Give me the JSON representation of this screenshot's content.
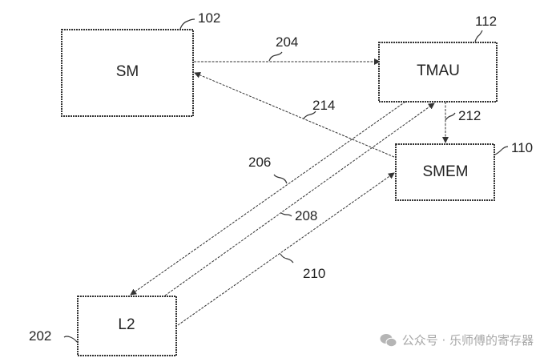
{
  "diagram": {
    "blocks": [
      {
        "id": "sm",
        "label": "SM",
        "ref": "102"
      },
      {
        "id": "tmau",
        "label": "TMAU",
        "ref": "112"
      },
      {
        "id": "smem",
        "label": "SMEM",
        "ref": "110"
      },
      {
        "id": "l2",
        "label": "L2",
        "ref": "202"
      }
    ],
    "connections": [
      {
        "ref": "204",
        "from": "SM",
        "to": "TMAU"
      },
      {
        "ref": "214",
        "from": "SMEM",
        "to": "SM"
      },
      {
        "ref": "212",
        "from": "TMAU",
        "to": "SMEM"
      },
      {
        "ref": "206",
        "from": "TMAU",
        "to": "L2"
      },
      {
        "ref": "208",
        "from": "L2",
        "to": "TMAU"
      },
      {
        "ref": "210",
        "from": "L2",
        "to": "SMEM"
      }
    ]
  },
  "watermark": {
    "icon": "wechat-icon",
    "text": "公众号 · 乐师傅的寄存器"
  }
}
